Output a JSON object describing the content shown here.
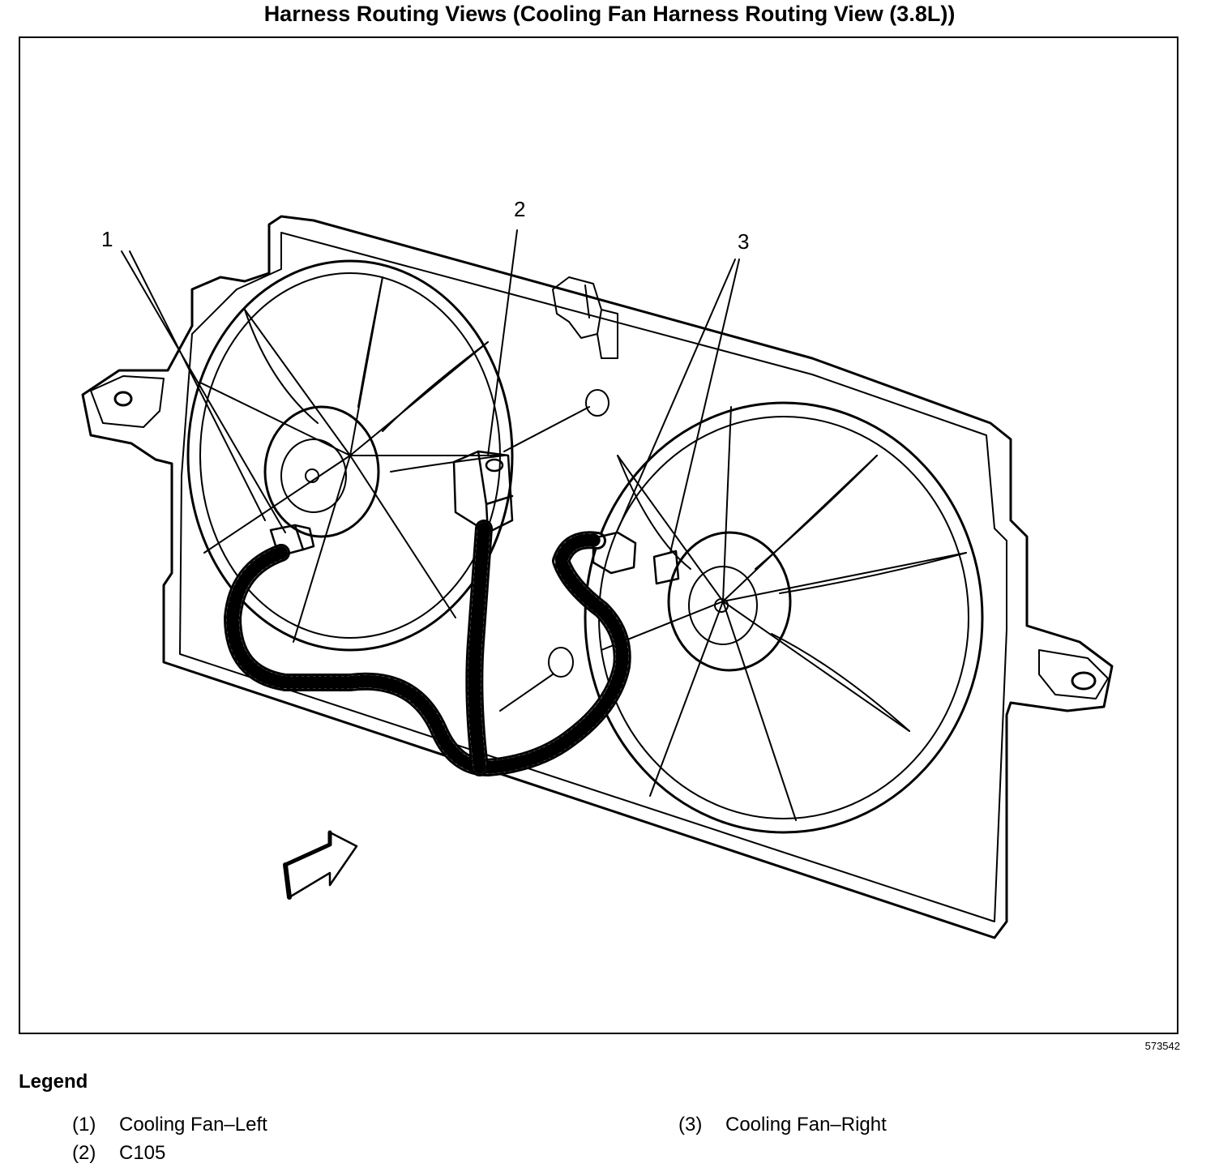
{
  "title": "Harness Routing Views (Cooling Fan Harness Routing View (3.8L))",
  "figure_number": "573542",
  "callouts": [
    "1",
    "2",
    "3"
  ],
  "legend": {
    "title": "Legend",
    "items": [
      {
        "num": "(1)",
        "label": "Cooling Fan–Left"
      },
      {
        "num": "(2)",
        "label": "C105"
      },
      {
        "num": "(3)",
        "label": "Cooling Fan–Right"
      }
    ]
  }
}
